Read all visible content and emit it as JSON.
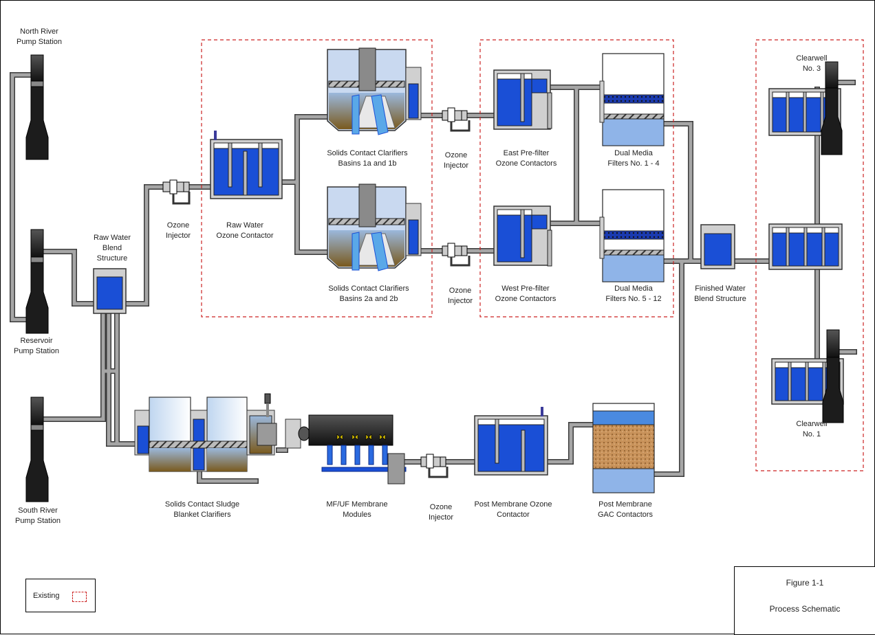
{
  "colors": {
    "water": "#1a4fd6",
    "water_light": "#8fb4e8",
    "pipe": "#a6a6a6",
    "pipe_edge": "#3a3a3a",
    "dashed": "#cc2222",
    "sludge": "#8a6a2a",
    "dark": "#1c1c1c"
  },
  "labels": {
    "north_pump": "North River\nPump Station",
    "reservoir_pump": "Reservoir\nPump Station",
    "south_pump": "South River\nPump Station",
    "raw_blend": "Raw Water\nBlend\nStructure",
    "ozone_injector_1": "Ozone\nInjector",
    "raw_ozone": "Raw Water\nOzone Contactor",
    "scc_1": "Solids Contact Clarifiers\nBasins 1a and 1b",
    "scc_2": "Solids Contact Clarifiers\nBasins 2a and 2b",
    "ozone_injector_2": "Ozone\nInjector",
    "ozone_injector_3": "Ozone\nInjector",
    "east_pre": "East Pre-filter\nOzone Contactors",
    "west_pre": "West Pre-filter\nOzone Contactors",
    "dmf_1": "Dual Media\nFilters No. 1 - 4",
    "dmf_2": "Dual Media\nFilters No. 5 - 12",
    "finished_blend": "Finished Water\nBlend Structure",
    "clearwell_3": "Clearwell\nNo. 3",
    "clearwell_1": "Clearwell\nNo. 1",
    "sludge_blanket": "Solids Contact Sludge\nBlanket Clarifiers",
    "membrane": "MF/UF Membrane\nModules",
    "ozone_injector_4": "Ozone\nInjector",
    "post_ozone": "Post Membrane Ozone\nContactor",
    "gac": "Post Membrane\nGAC Contactors"
  },
  "legend": {
    "label": "Existing"
  },
  "title_block": {
    "figure": "Figure 1-1",
    "title": "Process Schematic"
  }
}
